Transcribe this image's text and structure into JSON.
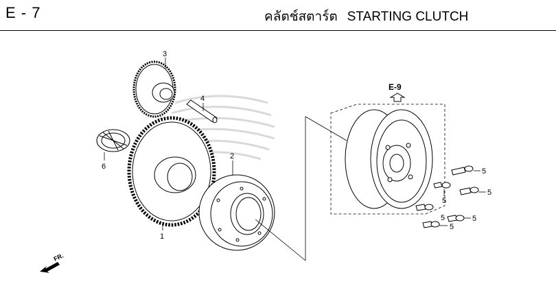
{
  "header": {
    "section_code": "E - 7",
    "title_thai": "คลัตช์สตาร์ต",
    "title_english": "STARTING CLUTCH"
  },
  "reference": {
    "label": "E-9"
  },
  "callouts": {
    "part_1": "1",
    "part_2": "2",
    "part_3": "3",
    "part_4": "4",
    "part_5a": "5",
    "part_5b": "5",
    "part_5c": "5",
    "part_5d": "5",
    "part_5e": "5",
    "part_5f": "5",
    "part_6": "6"
  },
  "direction": {
    "label": "FR."
  },
  "colors": {
    "line": "#000000",
    "watermark": "#d9d9d9"
  }
}
